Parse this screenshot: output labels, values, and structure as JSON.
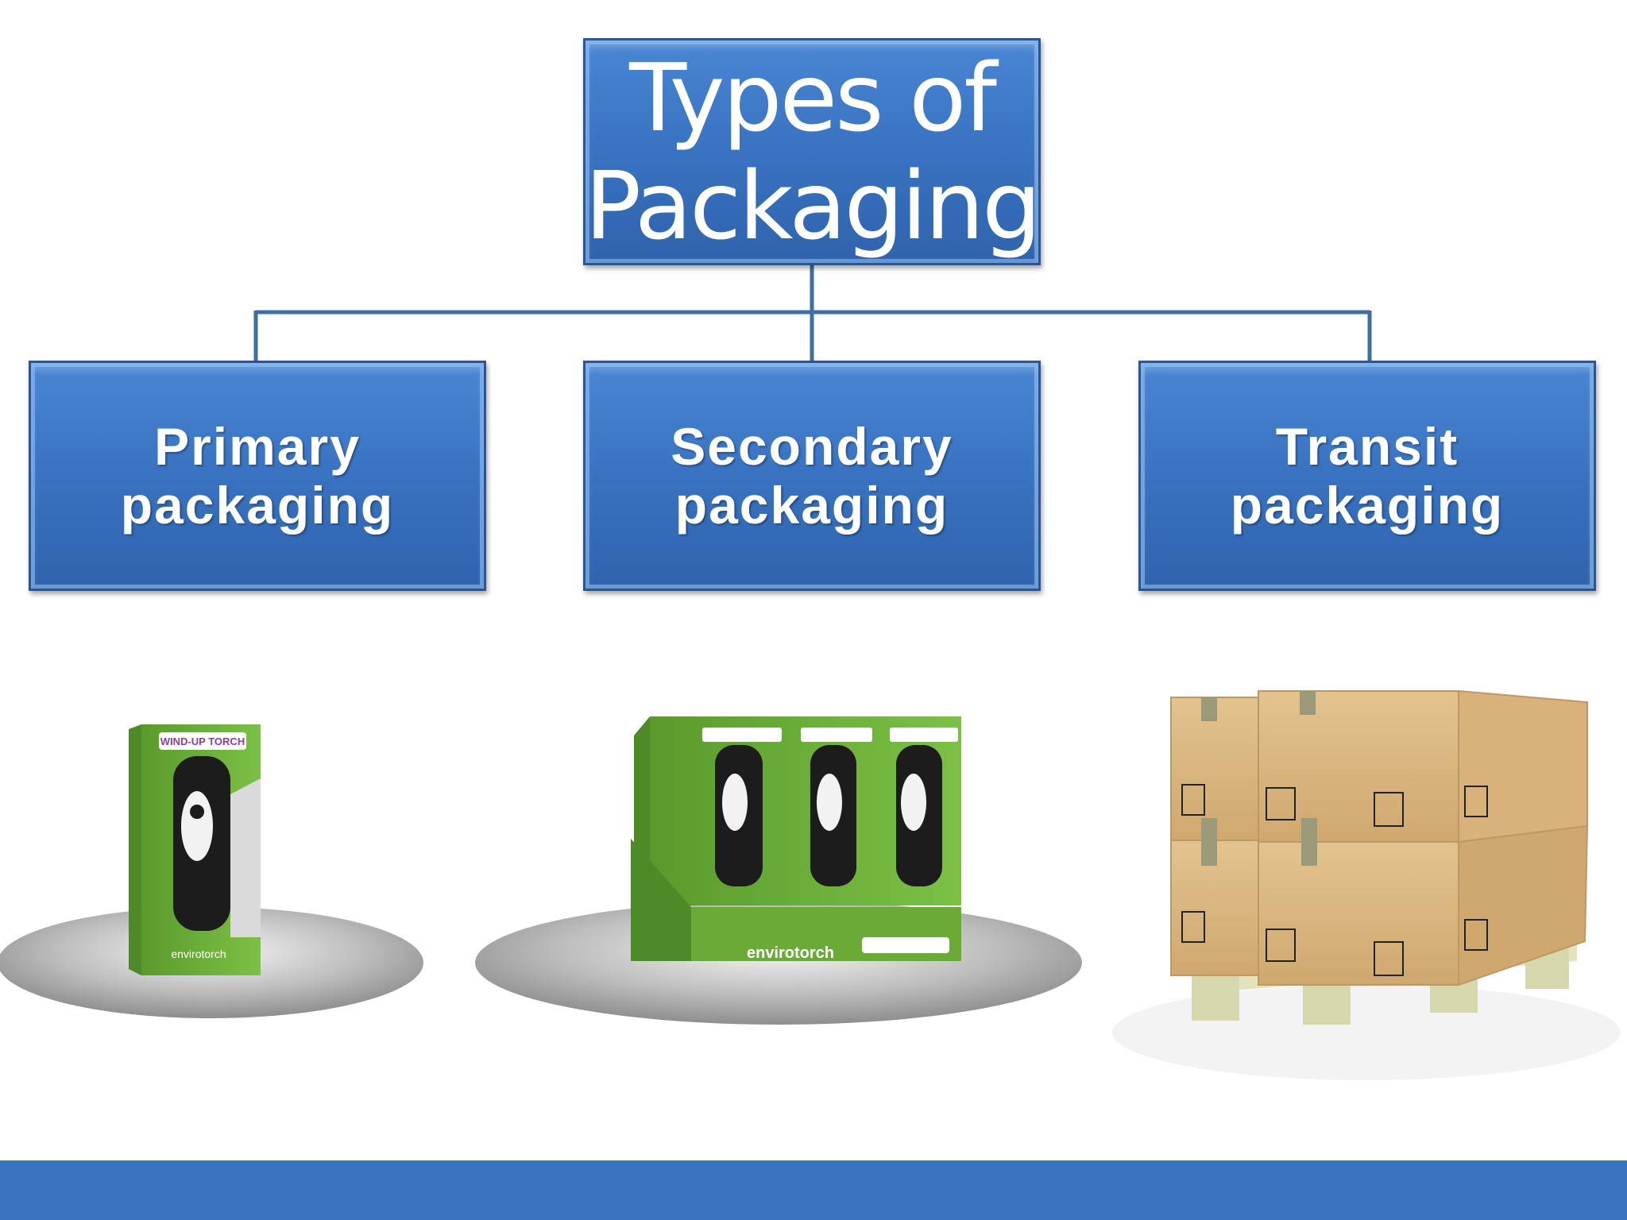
{
  "diagram": {
    "root": {
      "line1": "Types of",
      "line2": "Packaging"
    },
    "children": [
      {
        "line1": "Primary",
        "line2": "packaging"
      },
      {
        "line1": "Secondary",
        "line2": "packaging"
      },
      {
        "line1": "Transit",
        "line2": "packaging"
      }
    ]
  },
  "illustrations": {
    "brand": "envirotorch",
    "box_label": "WIND-UP TORCH"
  },
  "colors": {
    "box_blue": "#3a74c2",
    "connector": "#3e6ea6",
    "footer": "#3a73bf",
    "box_green": "#6fb13a",
    "cardboard": "#d8b681",
    "pallet": "#e3e4bd"
  }
}
